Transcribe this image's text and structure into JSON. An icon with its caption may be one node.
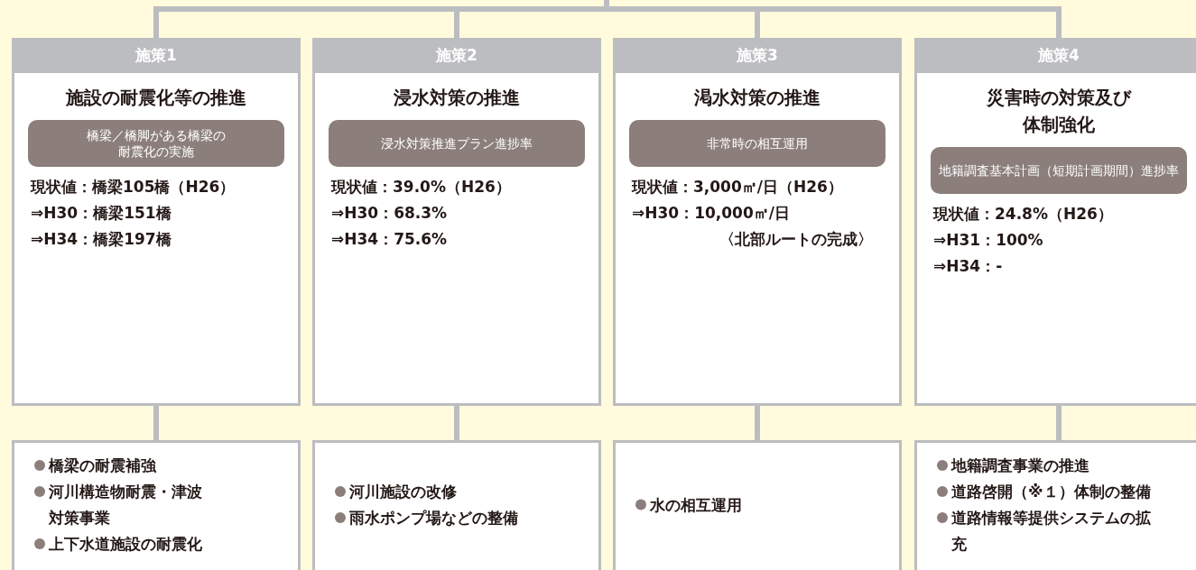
{
  "diagram": {
    "nodes": [
      {
        "text": [
          "施策1",
          "施設の耐震化等の推進",
          "現状値：橋梁105橋（H26）",
          "⇒H30：橋梁151橋",
          "⇒H34：橋梁197橋"
        ]
      },
      {
        "text": [
          "橋梁／橋脚がある橋梁の耐震化の実施"
        ],
        "in": 0
      },
      {
        "text": [
          "施策2",
          "浸水対策の推進",
          "現状値：39.0%（H26）",
          "⇒H30：68.3%",
          "⇒H34：75.6%"
        ]
      },
      {
        "text": [
          "浸水対策推進プラン進捗率"
        ],
        "in": 2
      },
      {
        "text": [
          "施策3",
          "渇水対策の推進",
          "現状値：3,000㎥/日（H26）",
          "⇒H30：10,000㎥/日",
          "〈北部ルートの完成〉"
        ]
      },
      {
        "text": [
          "非常時の相互運用"
        ],
        "in": 4
      },
      {
        "text": [
          "施策4",
          "災害時の対策及び体制強化",
          "現状値：24.8%（H26）",
          "⇒H31：100%",
          "⇒H34：-"
        ]
      },
      {
        "text": [
          "地籍調査基本計画（短期計画期間）進捗率"
        ],
        "in": 6
      },
      {
        "text": [
          "橋梁の耐震補強",
          "河川構造物耐震・津波対策事業",
          "上下水道施設の耐震化"
        ]
      },
      {
        "text": [
          "河川施設の改修",
          "雨水ポンプ場などの整備"
        ]
      },
      {
        "text": [
          "水の相互運用"
        ]
      },
      {
        "text": [
          "地籍調査事業の推進",
          "道路啓開（※１）体制の整備",
          "道路情報等提供システムの拡充"
        ]
      }
    ],
    "edges": [
      {
        "from": null,
        "to": 0,
        "arrow": "none"
      },
      {
        "from": null,
        "to": 2,
        "arrow": "none"
      },
      {
        "from": null,
        "to": 4,
        "arrow": "none"
      },
      {
        "from": null,
        "to": 6,
        "arrow": "none"
      },
      {
        "from": 0,
        "to": 8,
        "arrow": "none"
      },
      {
        "from": 2,
        "to": 9,
        "arrow": "none"
      },
      {
        "from": 4,
        "to": 10,
        "arrow": "none"
      },
      {
        "from": 6,
        "to": 11,
        "arrow": "none"
      }
    ]
  }
}
